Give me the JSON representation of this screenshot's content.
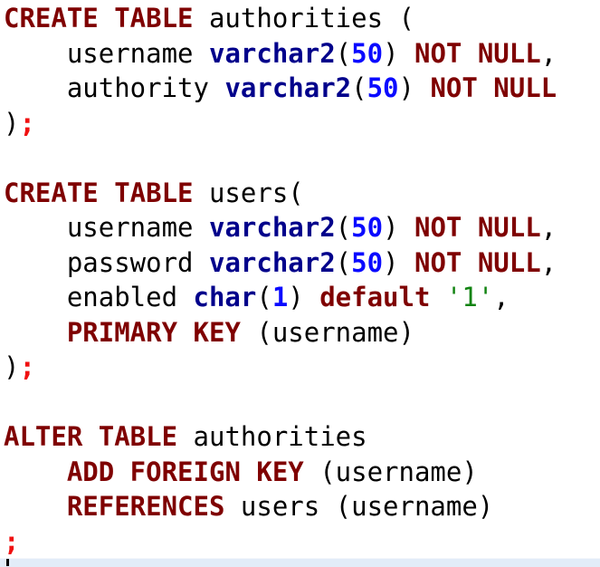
{
  "editor": {
    "language": "sql",
    "colors": {
      "background": "#ffffff",
      "keyword": "#7f0000",
      "type": "#00008b",
      "number": "#0a0aff",
      "string": "#118311",
      "plain": "#000000",
      "semicolon": "#f01010",
      "scrollbar_track": "#e2ecf8",
      "caret": "#000000"
    },
    "code_lines": [
      [
        [
          "kw",
          "CREATE TABLE"
        ],
        [
          "plain",
          " authorities ("
        ]
      ],
      [
        [
          "plain",
          "    username "
        ],
        [
          "type",
          "varchar2"
        ],
        [
          "plain",
          "("
        ],
        [
          "num",
          "50"
        ],
        [
          "plain",
          ") "
        ],
        [
          "kw",
          "NOT NULL"
        ],
        [
          "plain",
          ","
        ]
      ],
      [
        [
          "plain",
          "    authority "
        ],
        [
          "type",
          "varchar2"
        ],
        [
          "plain",
          "("
        ],
        [
          "num",
          "50"
        ],
        [
          "plain",
          ") "
        ],
        [
          "kw",
          "NOT NULL"
        ]
      ],
      [
        [
          "plain",
          ")"
        ],
        [
          "semi",
          ";"
        ]
      ],
      [],
      [
        [
          "kw",
          "CREATE TABLE"
        ],
        [
          "plain",
          " users("
        ]
      ],
      [
        [
          "plain",
          "    username "
        ],
        [
          "type",
          "varchar2"
        ],
        [
          "plain",
          "("
        ],
        [
          "num",
          "50"
        ],
        [
          "plain",
          ") "
        ],
        [
          "kw",
          "NOT NULL"
        ],
        [
          "plain",
          ","
        ]
      ],
      [
        [
          "plain",
          "    password "
        ],
        [
          "type",
          "varchar2"
        ],
        [
          "plain",
          "("
        ],
        [
          "num",
          "50"
        ],
        [
          "plain",
          ") "
        ],
        [
          "kw",
          "NOT NULL"
        ],
        [
          "plain",
          ","
        ]
      ],
      [
        [
          "plain",
          "    enabled "
        ],
        [
          "type",
          "char"
        ],
        [
          "plain",
          "("
        ],
        [
          "num",
          "1"
        ],
        [
          "plain",
          ") "
        ],
        [
          "kw",
          "default"
        ],
        [
          "plain",
          " "
        ],
        [
          "str",
          "'1'"
        ],
        [
          "plain",
          ","
        ]
      ],
      [
        [
          "plain",
          "    "
        ],
        [
          "kw",
          "PRIMARY KEY"
        ],
        [
          "plain",
          " (username)"
        ]
      ],
      [
        [
          "plain",
          ")"
        ],
        [
          "semi",
          ";"
        ]
      ],
      [],
      [
        [
          "kw",
          "ALTER TABLE"
        ],
        [
          "plain",
          " authorities"
        ]
      ],
      [
        [
          "plain",
          "    "
        ],
        [
          "kw",
          "ADD FOREIGN KEY"
        ],
        [
          "plain",
          " (username)"
        ]
      ],
      [
        [
          "plain",
          "    "
        ],
        [
          "kw",
          "REFERENCES"
        ],
        [
          "plain",
          " users (username)"
        ]
      ],
      [
        [
          "semi",
          ";"
        ]
      ]
    ],
    "full_text": "CREATE TABLE authorities (\n    username varchar2(50) NOT NULL,\n    authority varchar2(50) NOT NULL\n);\n\nCREATE TABLE users(\n    username varchar2(50) NOT NULL,\n    password varchar2(50) NOT NULL,\n    enabled char(1) default '1',\n    PRIMARY KEY (username)\n);\n\nALTER TABLE authorities\n    ADD FOREIGN KEY (username)\n    REFERENCES users (username)\n;"
  }
}
